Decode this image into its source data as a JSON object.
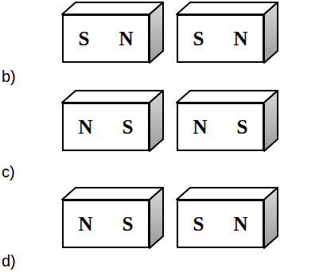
{
  "diagram": {
    "nodes": [
      {
        "text": [
          "S",
          "N"
        ]
      },
      {
        "text": [
          "S",
          "N"
        ]
      },
      {
        "text": [
          "N",
          "S"
        ]
      },
      {
        "text": [
          "N",
          "S"
        ]
      },
      {
        "text": [
          "N",
          "S"
        ]
      },
      {
        "text": [
          "S",
          "N"
        ]
      }
    ],
    "labels": [
      "b)",
      "c)",
      "d)"
    ]
  }
}
